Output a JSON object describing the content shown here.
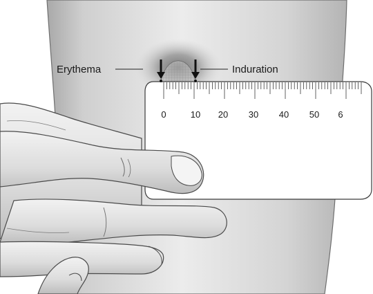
{
  "labels": {
    "erythema": "Erythema",
    "induration": "Induration"
  },
  "ruler": {
    "tick_labels": [
      "0",
      "10",
      "20",
      "30",
      "40",
      "50",
      "6"
    ]
  },
  "colors": {
    "arm_light": "#e6e6e6",
    "arm_dark": "#b9b9b9",
    "erythema": "#7a7a7a",
    "outline": "#3a3a3a",
    "ruler_fill": "#ffffff"
  }
}
